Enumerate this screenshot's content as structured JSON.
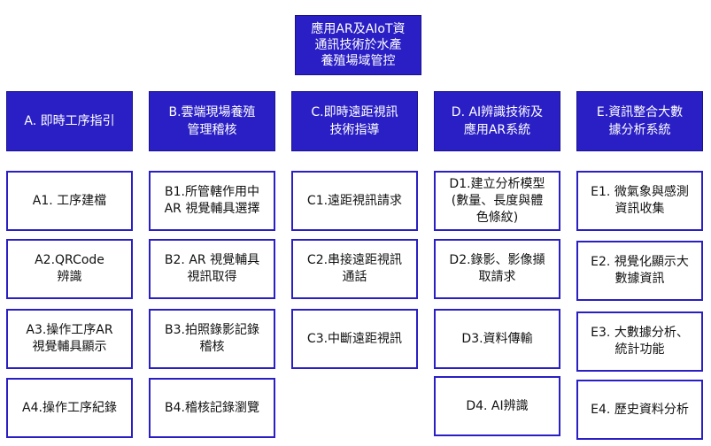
{
  "root": {
    "label": "應用AR及AIoT資\n通訊技術於水產\n養殖場域管控"
  },
  "categories": [
    {
      "label": "A. 即時工序指引",
      "items": [
        "A1. 工序建檔",
        "A2.QRCode\n辨識",
        "A3.操作工序AR\n視覺輔具顯示",
        "A4.操作工序紀錄"
      ]
    },
    {
      "label": "B.雲端現場養殖\n管理稽核",
      "items": [
        "B1.所管轄作用中\nAR 視覺輔具選擇",
        "B2. AR 視覺輔具\n視訊取得",
        "B3.拍照錄影記錄\n稽核",
        "B4.稽核記錄瀏覽"
      ]
    },
    {
      "label": "C.即時遠距視訊\n技術指導",
      "items": [
        "C1.遠距視訊請求",
        "C2.串接遠距視訊\n通話",
        "C3.中斷遠距視訊"
      ]
    },
    {
      "label": "D. AI辨識技術及\n應用AR系統",
      "items": [
        "D1.建立分析模型\n(數量、長度與體\n色條紋)",
        "D2.錄影、影像擷\n取請求",
        "D3.資料傳輸",
        "D4. AI辨識"
      ]
    },
    {
      "label": "E.資訊整合大數\n據分析系統",
      "items": [
        "E1. 微氣象與感測\n資訊收集",
        "E2. 視覺化顯示大\n數據資訊",
        "E3. 大數據分析、\n統計功能",
        "E4. 歷史資料分析"
      ]
    }
  ]
}
